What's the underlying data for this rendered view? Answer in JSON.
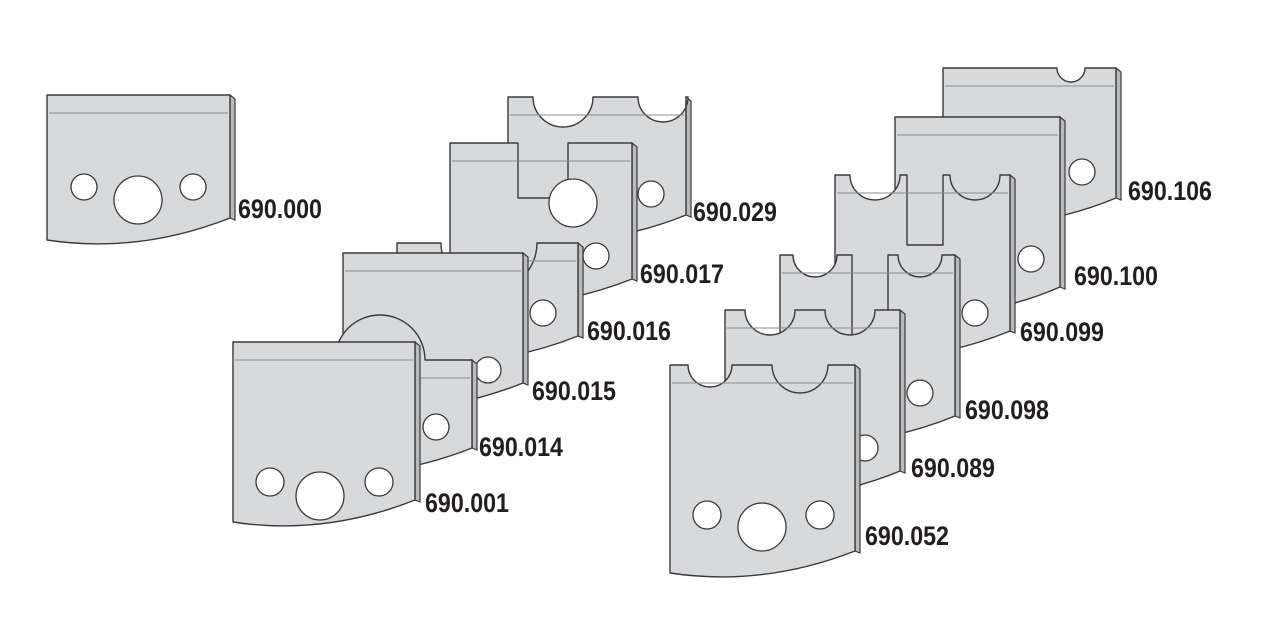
{
  "diagram": {
    "colors": {
      "fill": "#d8d9db",
      "edge": "#b9babc",
      "stroke": "#3a3a3c",
      "hole": "#ffffff",
      "text": "#231f20"
    },
    "labels": {
      "p000": "690.000",
      "p029": "690.029",
      "p017": "690.017",
      "p016": "690.016",
      "p015": "690.015",
      "p014": "690.014",
      "p001": "690.001",
      "p106": "690.106",
      "p100": "690.100",
      "p099": "690.099",
      "p098": "690.098",
      "p089": "690.089",
      "p052": "690.052"
    }
  }
}
